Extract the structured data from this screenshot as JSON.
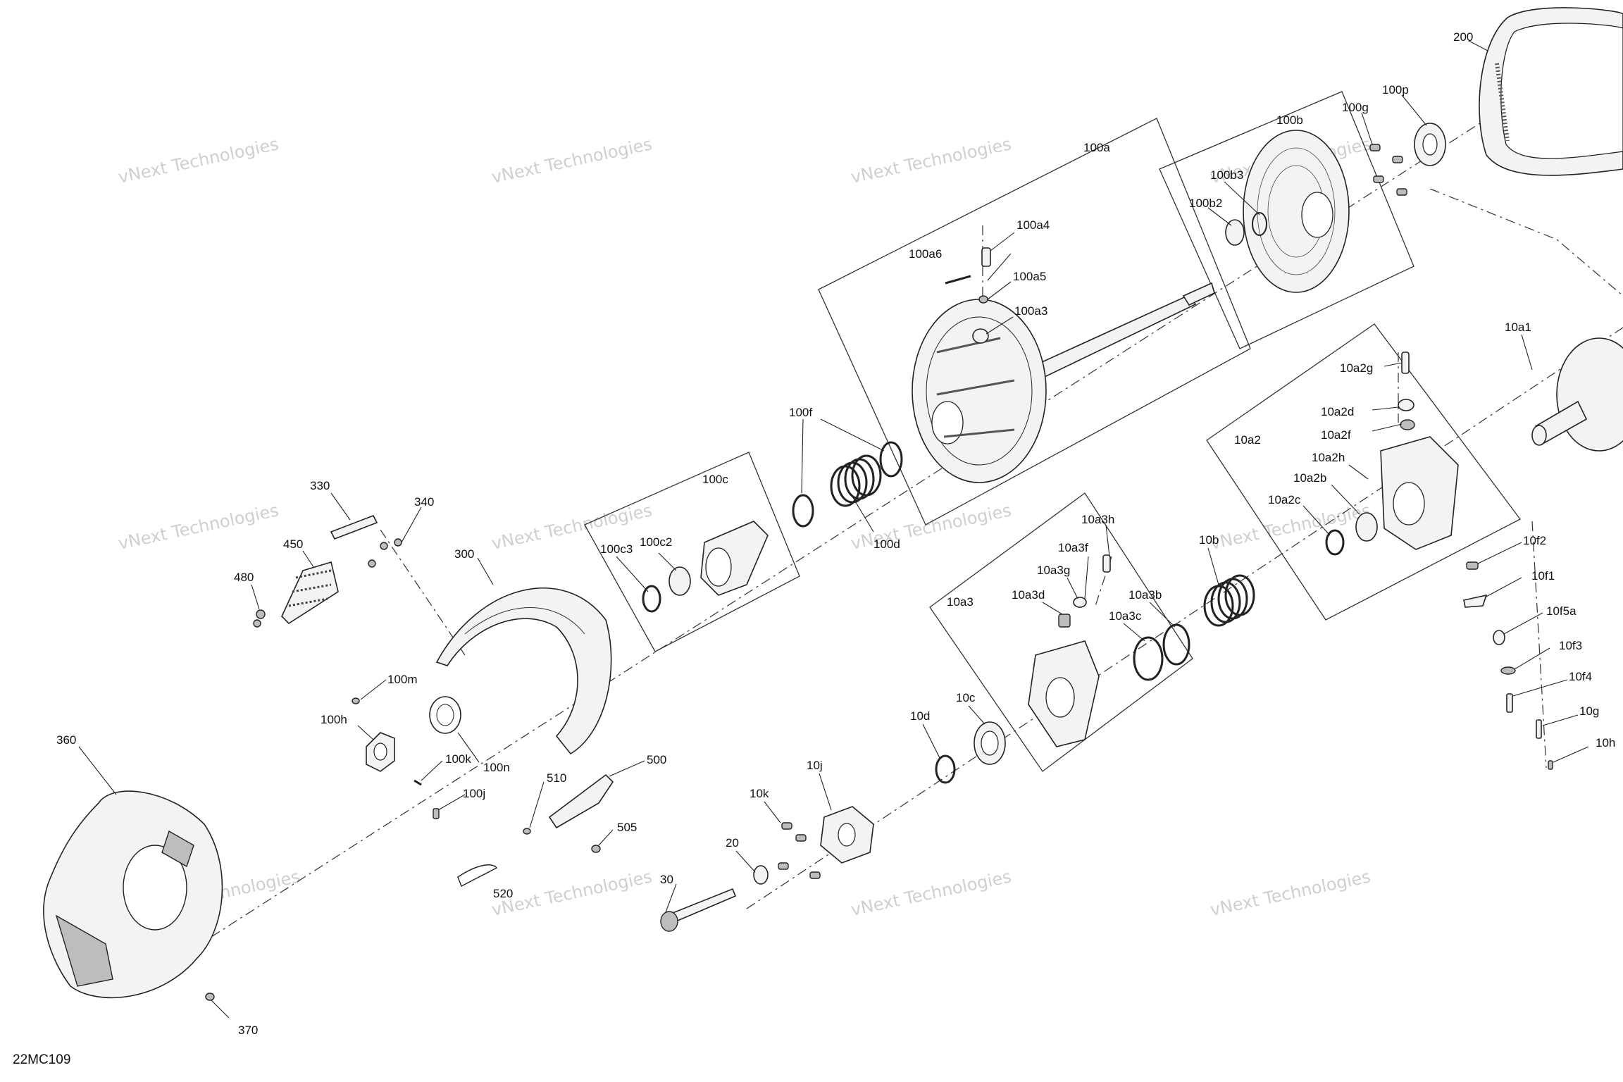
{
  "diagram_code": "22MC109",
  "watermark": {
    "line1": "vNext Technologies",
    "line2": "Technologies",
    "line3": "vNext"
  },
  "groups": {
    "g100a": "100a",
    "g100b": "100b",
    "g100c": "100c",
    "g10a2": "10a2",
    "g10a3": "10a3"
  },
  "callouts": {
    "c200": "200",
    "c100p": "100p",
    "c100g": "100g",
    "c100b3": "100b3",
    "c100b2": "100b2",
    "c100a4": "100a4",
    "c100a6": "100a6",
    "c100a5": "100a5",
    "c100a3": "100a3",
    "c100f": "100f",
    "c100d": "100d",
    "c100c3": "100c3",
    "c100c2": "100c2",
    "c10a1": "10a1",
    "c10a2g": "10a2g",
    "c10a2d": "10a2d",
    "c10a2f": "10a2f",
    "c10a2h": "10a2h",
    "c10a2b": "10a2b",
    "c10a2c": "10a2c",
    "c10b": "10b",
    "c10a3h": "10a3h",
    "c10a3f": "10a3f",
    "c10a3g": "10a3g",
    "c10a3d": "10a3d",
    "c10a3b": "10a3b",
    "c10a3c": "10a3c",
    "c10f2": "10f2",
    "c10f1": "10f1",
    "c10f5a": "10f5a",
    "c10f3": "10f3",
    "c10f4": "10f4",
    "c10g": "10g",
    "c10h": "10h",
    "c10c": "10c",
    "c10d": "10d",
    "c10j": "10j",
    "c10k": "10k",
    "c20": "20",
    "c30": "30",
    "c330": "330",
    "c340": "340",
    "c450": "450",
    "c480": "480",
    "c300": "300",
    "c100m": "100m",
    "c100h": "100h",
    "c100k": "100k",
    "c100n": "100n",
    "c100j": "100j",
    "c360": "360",
    "c370": "370",
    "c510": "510",
    "c500": "500",
    "c505": "505",
    "c520": "520"
  }
}
